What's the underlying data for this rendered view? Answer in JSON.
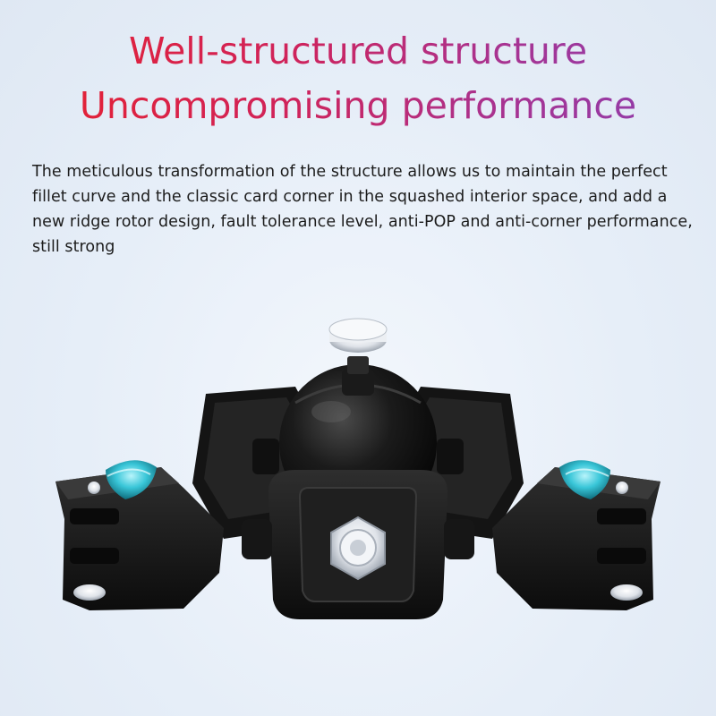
{
  "headline": {
    "line1": "Well-structured structure",
    "line2": "Uncompromising performance",
    "gradient_colors": [
      "#e8212d",
      "#d0235a",
      "#a83391",
      "#8a3fb2"
    ]
  },
  "description": "The meticulous transformation of the structure allows us to maintain the perfect fillet curve and the classic card corner in the squashed interior space, and add a new ridge rotor design, fault tolerance level, anti-POP and anti-corner performance, still strong",
  "product": {
    "body_color": "#151515",
    "accent_color": "#39c6d8",
    "clear_part_color": "#e4e6ea"
  }
}
